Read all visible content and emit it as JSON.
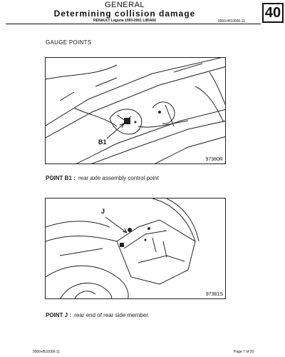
{
  "header": {
    "section": "GENERAL",
    "title": "Determining collision damage",
    "vehicle": "RENAULT Laguna 1993-2001 LIBIA66",
    "ref": "0000+B10000-11",
    "chapter": "40"
  },
  "section_heading": "GAUGE POINTS",
  "figures": [
    {
      "label": "B1",
      "number": "97380R",
      "caption_key": "POINT B1 :",
      "caption_text": "rear axle assembly control point"
    },
    {
      "label": "J",
      "number": "97381S",
      "caption_key": "POINT J :",
      "caption_text": "rear end of rear side member."
    }
  ],
  "footer": {
    "ref": "0000+B10000-11",
    "page": "Page 7 of 20"
  }
}
